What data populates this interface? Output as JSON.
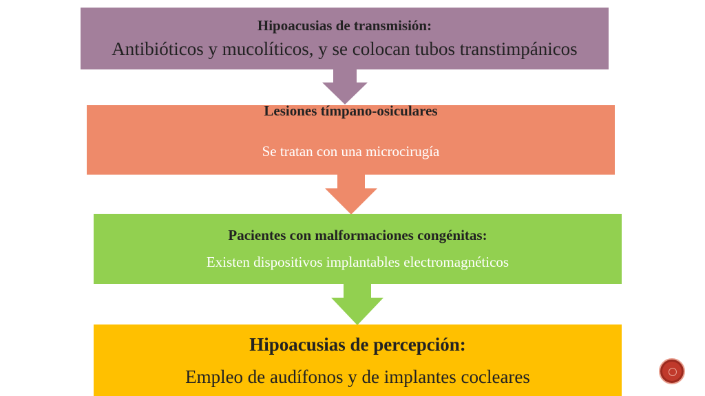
{
  "flow": {
    "steps": [
      {
        "title": "Hipoacusias de transmisión:",
        "body": "Antibióticos y mucolíticos, y se colocan tubos transtimpánicos",
        "color": "#a37f9b"
      },
      {
        "title": "Lesiones tímpano-osiculares",
        "body": "Se tratan con una microcirugía",
        "color": "#ee8a6a"
      },
      {
        "title": "Pacientes con malformaciones congénitas:",
        "body": "Existen dispositivos implantables electromagnéticos",
        "color": "#92d050"
      },
      {
        "title": "Hipoacusias de percepción:",
        "body": "Empleo de audífonos y de implantes cocleares",
        "color": "#ffc000"
      }
    ]
  },
  "decoration": {
    "badge_icon": "circle-badge-icon",
    "badge_color": "#c0392b"
  }
}
